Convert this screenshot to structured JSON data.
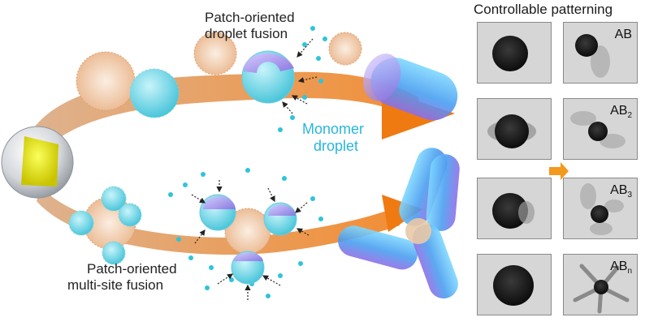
{
  "labels": {
    "top_fusion_line1": "Patch-oriented",
    "top_fusion_line2": "droplet fusion",
    "monomer_line1": "Monomer",
    "monomer_line2": "droplet",
    "bottom_fusion_line1": "Patch-oriented",
    "bottom_fusion_line2": "multi-site fusion"
  },
  "panel": {
    "title": "Controllable patterning",
    "tiles": [
      {
        "base": "AB",
        "sub": ""
      },
      {
        "base": "AB",
        "sub": "2"
      },
      {
        "base": "AB",
        "sub": "3"
      },
      {
        "base": "AB",
        "sub": "n"
      }
    ]
  },
  "colors": {
    "cyan": "#29b6de",
    "orange_arrow": "#f0831e",
    "tan_arrow": "#c99565",
    "purple_cap": "#9d86e6",
    "yellow_core": "#e8e800"
  }
}
